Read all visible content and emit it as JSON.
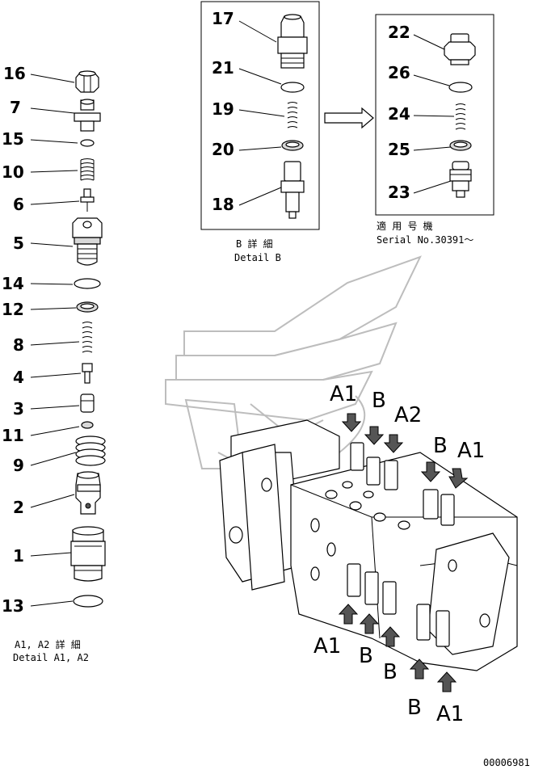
{
  "left_detail": {
    "part_numbers": [
      "16",
      "7",
      "15",
      "10",
      "6",
      "5",
      "14",
      "12",
      "8",
      "4",
      "3",
      "11",
      "9",
      "2",
      "1",
      "13"
    ],
    "caption_jp": "A1, A2 詳 細",
    "caption_en": "Detail A1, A2"
  },
  "detail_b": {
    "part_numbers": [
      "17",
      "21",
      "19",
      "20",
      "18"
    ],
    "caption_jp": "B 詳 細",
    "caption_en": "Detail B"
  },
  "detail_new": {
    "part_numbers": [
      "22",
      "26",
      "24",
      "25",
      "23"
    ],
    "applicable_jp": "適 用 号 機",
    "applicable_en": "Serial No.30391〜"
  },
  "assembly_labels": [
    "A1",
    "B",
    "A2",
    "B",
    "A1",
    "A1",
    "B",
    "B",
    "B",
    "A1"
  ],
  "drawing_number": "00006981"
}
